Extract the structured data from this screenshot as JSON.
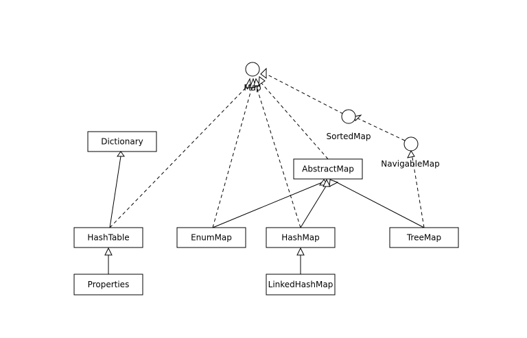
{
  "classes": {
    "dictionary": "Dictionary",
    "hashtable": "HashTable",
    "properties": "Properties",
    "enummap": "EnumMap",
    "hashmap": "HashMap",
    "linkedhashmap": "LinkedHashMap",
    "abstractmap": "AbstractMap",
    "treemap": "TreeMap"
  },
  "interfaces": {
    "map": "Map",
    "sortedmap": "SortedMap",
    "navigablemap": "NavigableMap"
  },
  "colors": {
    "stroke": "#000000",
    "fill": "#ffffff"
  }
}
